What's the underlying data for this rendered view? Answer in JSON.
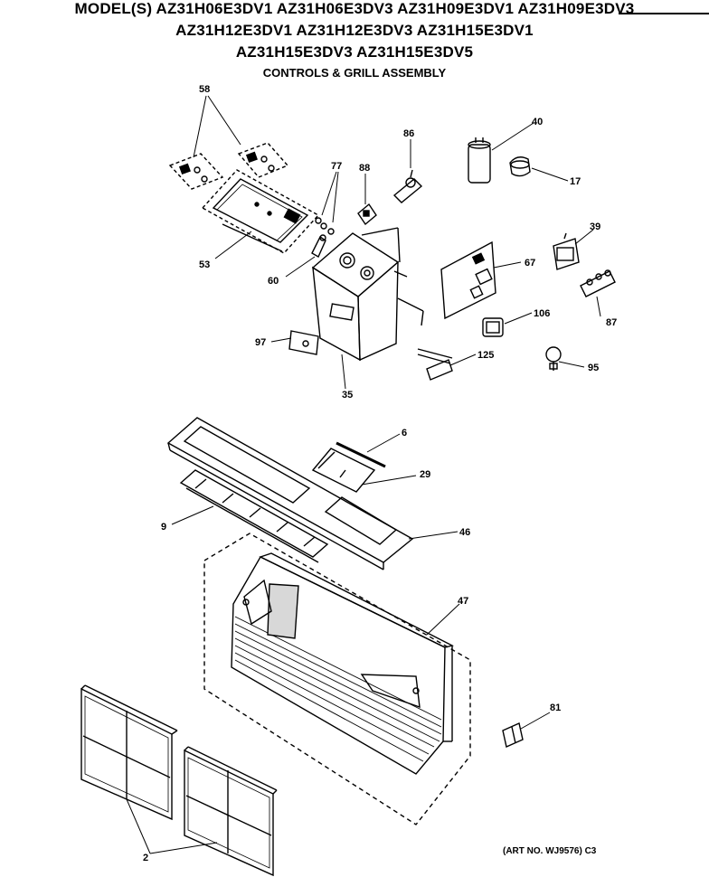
{
  "header": {
    "line1": "MODEL(S) AZ31H06E3DV1  AZ31H06E3DV3  AZ31H09E3DV1  AZ31H09E3DV3",
    "line2": "AZ31H12E3DV1  AZ31H12E3DV3  AZ31H15E3DV1",
    "line3": "AZ31H15E3DV3  AZ31H15E3DV5",
    "subtitle": "CONTROLS & GRILL ASSEMBLY"
  },
  "callouts": {
    "c58": "58",
    "c53": "53",
    "c77": "77",
    "c88": "88",
    "c86": "86",
    "c40": "40",
    "c17": "17",
    "c60": "60",
    "c39": "39",
    "c67": "67",
    "c87": "87",
    "c106": "106",
    "c97": "97",
    "c125": "125",
    "c95": "95",
    "c35": "35",
    "c6": "6",
    "c29": "29",
    "c9": "9",
    "c46": "46",
    "c47": "47",
    "c81": "81",
    "c2": "2"
  },
  "footer": {
    "art_no": "(ART NO. WJ9576) C3"
  }
}
